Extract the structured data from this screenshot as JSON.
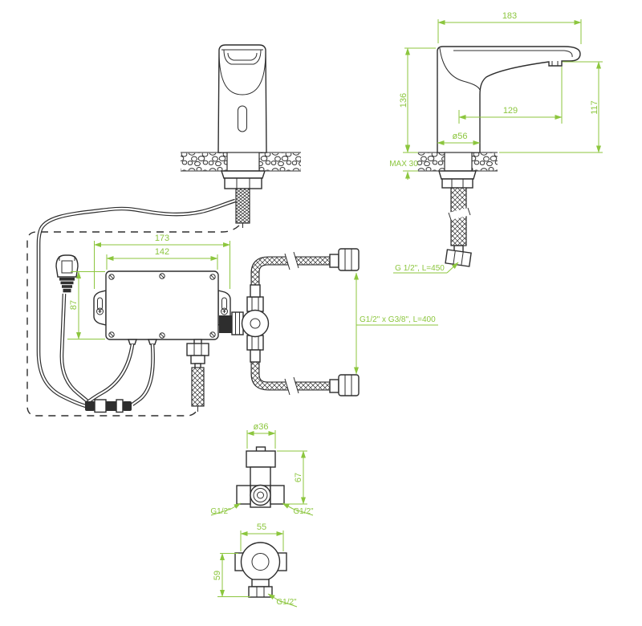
{
  "drawing_title": "sensor-faucet-installation-drawing",
  "colors": {
    "dimension_green": "#8cc63e",
    "drawing_line": "#2e2e2e",
    "background": "#ffffff"
  },
  "labels": {
    "side_view": {
      "spout_length": "183",
      "body_height": "136",
      "spout_reach": "129",
      "outlet_height": "117",
      "base_diameter": "ø56",
      "counter_max": "MAX 30",
      "supply_hose": "G 1/2\", L=450"
    },
    "control_box": {
      "outer_width": "173",
      "inner_width": "142",
      "height": "87",
      "hoses": "G1/2\" x G3/8\", L=400"
    },
    "valve_side": {
      "diameter": "ø36",
      "height": "67",
      "port_left": "G1/2\"",
      "port_right": "G1/2\""
    },
    "valve_top": {
      "width": "55",
      "depth": "59",
      "port_bottom": "G1/2\""
    }
  }
}
